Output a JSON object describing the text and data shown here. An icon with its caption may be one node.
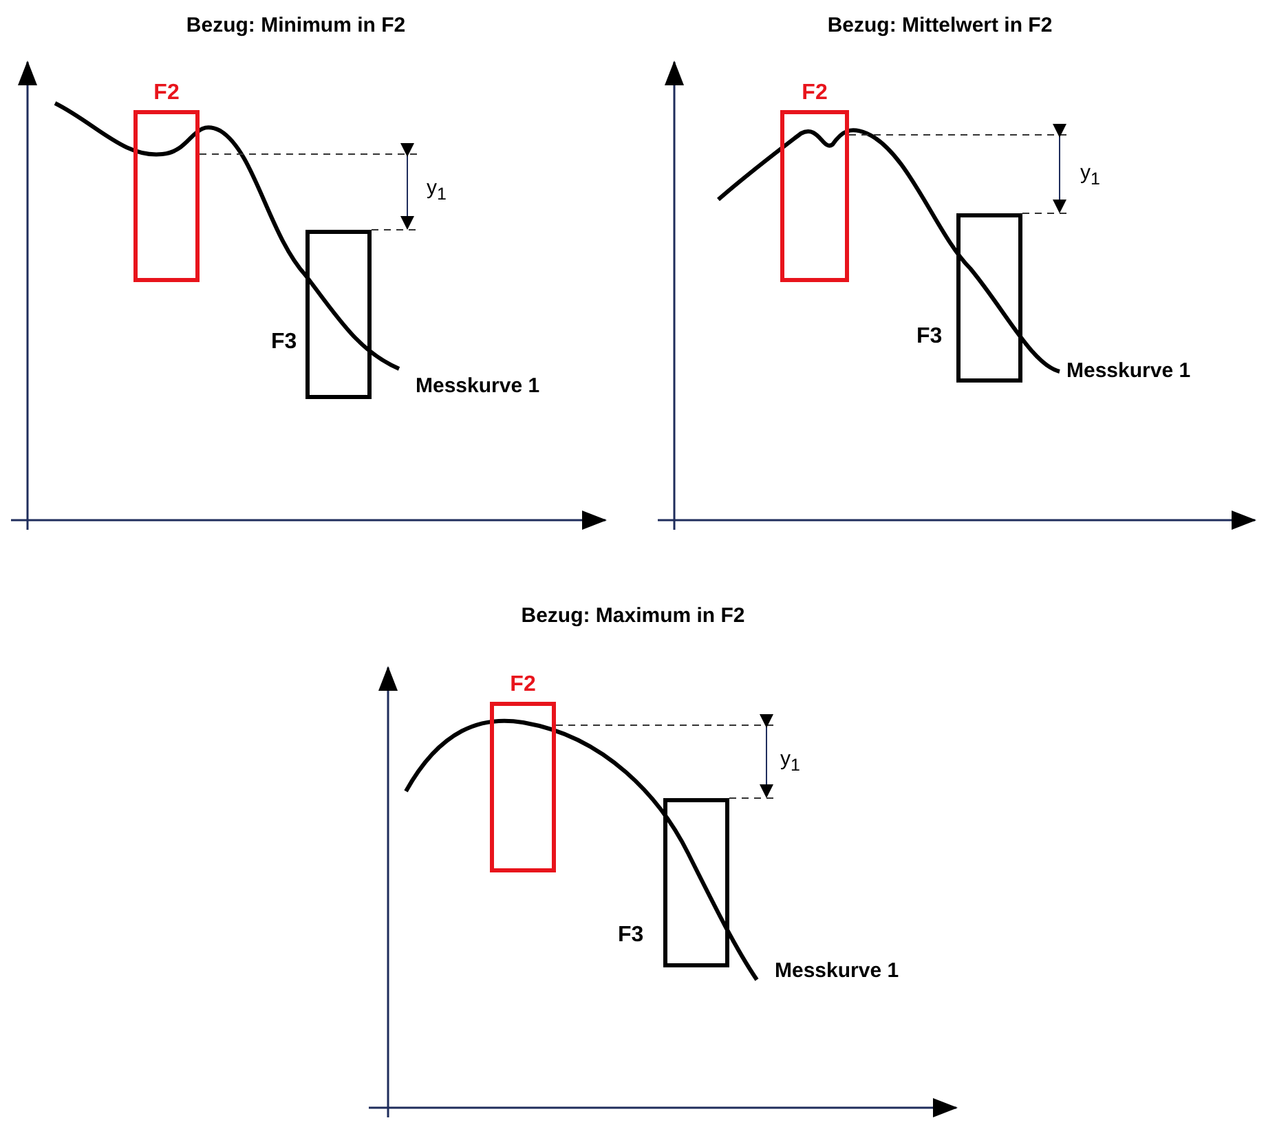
{
  "diagram": {
    "nodes": [
      {
        "text": [
          "F2"
        ]
      },
      {
        "text": [
          "F3"
        ]
      },
      {
        "text": [
          "F2"
        ]
      },
      {
        "text": [
          "F3"
        ]
      },
      {
        "text": [
          "F2"
        ]
      },
      {
        "text": [
          "F3"
        ]
      }
    ],
    "labels": [
      "Bezug: Minimum in F2",
      "y$_{1}$",
      "Messkurve 1",
      "Bezug: Mittelwert in F2",
      "y$_{1}$",
      "Messkurve 1",
      "Bezug: Maximum in F2",
      "y$_{1}$",
      "Messkurve 1"
    ]
  }
}
